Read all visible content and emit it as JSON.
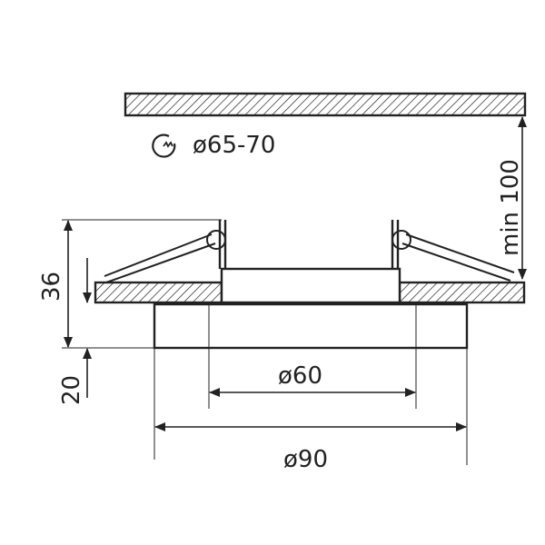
{
  "drawing": {
    "cutout_label": "ø65-70",
    "min_clearance_label": "min 100",
    "total_height_label": "36",
    "below_ceiling_label": "20",
    "inner_diameter_label": "ø60",
    "outer_diameter_label": "ø90",
    "line_color": "#222222"
  }
}
